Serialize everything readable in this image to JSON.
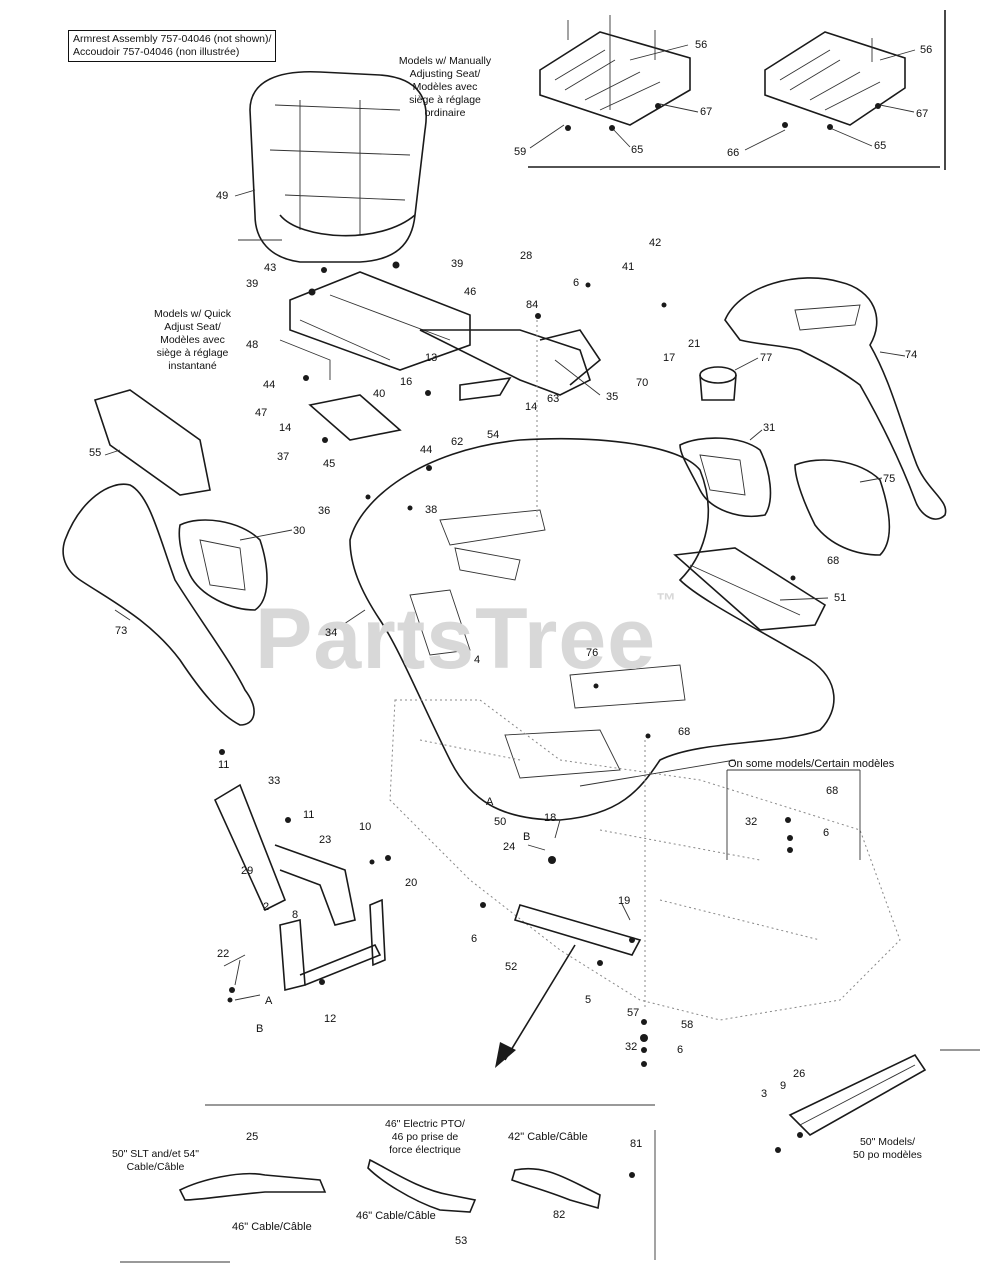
{
  "armrest_note": [
    "Armrest Assembly 757-04046 (not shown)/",
    "Accoudoir 757-04046 (non illustrée)"
  ],
  "manual_seat_note": [
    "Models w/ Manually",
    "Adjusting Seat/",
    "Modèles avec",
    "siège à réglage",
    "ordinaire"
  ],
  "quick_seat_note": [
    "Models w/ Quick",
    "Adjust Seat/",
    "Modèles avec",
    "siège à réglage",
    "instantané"
  ],
  "some_models_note": "On some models/Certain modèles",
  "cable_50_note": [
    "50\" SLT and/et 54\"",
    "Cable/Câble"
  ],
  "cable_46_a": "46\" Cable/Câble",
  "pto_note": [
    "46\" Electric PTO/",
    "46 po prise de",
    "force électrique"
  ],
  "cable_46_b": "46\" Cable/Câble",
  "cable_42": "42\" Cable/Câble",
  "models_50_note": [
    "50\" Models/",
    "50 po modèles"
  ],
  "watermark": "PartsTree",
  "watermark_tm": "™",
  "callouts": [
    "56",
    "67",
    "59",
    "65",
    "56",
    "67",
    "66",
    "65",
    "49",
    "43",
    "39",
    "39",
    "46",
    "28",
    "84",
    "6",
    "42",
    "41",
    "21",
    "48",
    "44",
    "13",
    "16",
    "40",
    "17",
    "70",
    "35",
    "63",
    "14",
    "74",
    "77",
    "47",
    "14",
    "62",
    "54",
    "37",
    "45",
    "36",
    "38",
    "44",
    "55",
    "31",
    "75",
    "30",
    "68",
    "73",
    "34",
    "4",
    "51",
    "76",
    "11",
    "68",
    "33",
    "11",
    "29",
    "23",
    "10",
    "20",
    "A",
    "50",
    "B",
    "18",
    "24",
    "32",
    "6",
    "68",
    "2",
    "8",
    "22",
    "A",
    "B",
    "12",
    "19",
    "6",
    "52",
    "5",
    "57",
    "58",
    "32",
    "6",
    "25",
    "81",
    "82",
    "53",
    "3",
    "9",
    "26"
  ]
}
